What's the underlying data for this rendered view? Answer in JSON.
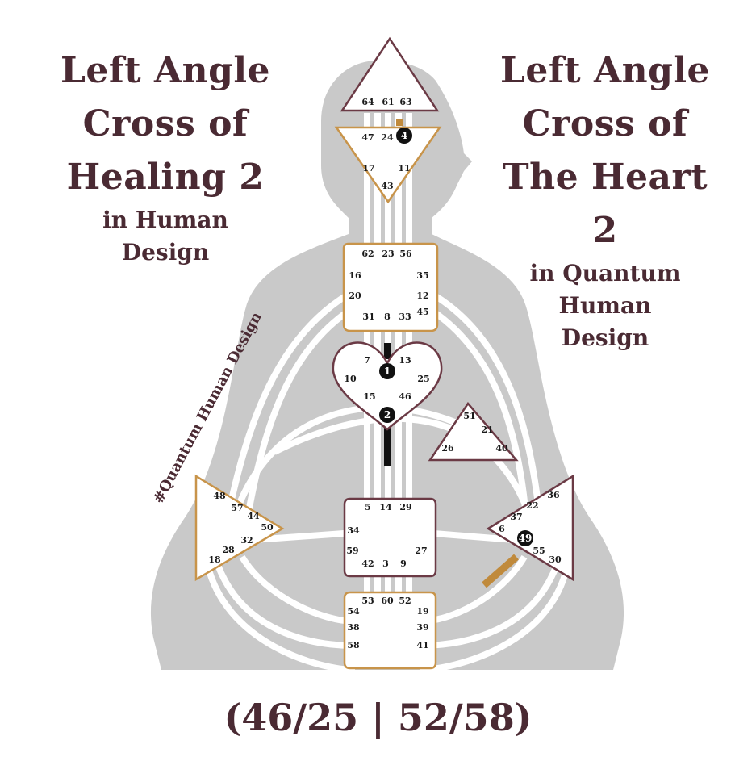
{
  "left_title": {
    "lines": [
      "Left Angle",
      "Cross of",
      "Healing 2"
    ],
    "sub_lines": [
      "in Human",
      "Design"
    ]
  },
  "right_title": {
    "lines": [
      "Left Angle",
      "Cross of",
      "The Heart 2"
    ],
    "sub_lines": [
      "in Quantum",
      "Human",
      "Design"
    ]
  },
  "hashtag": "#Quantum Human Design",
  "formula": "(46/25 | 52/58)",
  "colors": {
    "body": "#c9c9c9",
    "channel": "#ffffff",
    "text": "#4a2a33",
    "center_border_gold": "#c8944a",
    "center_border_maroon": "#6b3a45",
    "active_gate": "#111111",
    "active_channel_gold": "#c08a3c",
    "active_channel_black": "#111111"
  },
  "centers": {
    "head": {
      "gates": [
        "64",
        "61",
        "63"
      ]
    },
    "ajna": {
      "gates": [
        "47",
        "24",
        "4",
        "17",
        "11",
        "43"
      ],
      "active": [
        "4"
      ]
    },
    "throat": {
      "gates": [
        "62",
        "23",
        "56",
        "16",
        "35",
        "20",
        "12",
        "45",
        "31",
        "8",
        "33"
      ]
    },
    "heart": {
      "gates": [
        "7",
        "1",
        "13",
        "10",
        "25",
        "15",
        "46",
        "2"
      ],
      "active": [
        "1",
        "2"
      ]
    },
    "will": {
      "gates": [
        "51",
        "21",
        "26",
        "40"
      ]
    },
    "spleen": {
      "gates": [
        "48",
        "57",
        "44",
        "50",
        "32",
        "28",
        "18"
      ]
    },
    "sacral": {
      "gates": [
        "5",
        "14",
        "29",
        "34",
        "27",
        "59",
        "42",
        "3",
        "9"
      ]
    },
    "solar_plexus": {
      "gates": [
        "36",
        "22",
        "37",
        "6",
        "49",
        "55",
        "30"
      ],
      "active": [
        "49"
      ]
    },
    "root": {
      "gates": [
        "53",
        "60",
        "52",
        "54",
        "19",
        "38",
        "39",
        "58",
        "41"
      ]
    }
  }
}
